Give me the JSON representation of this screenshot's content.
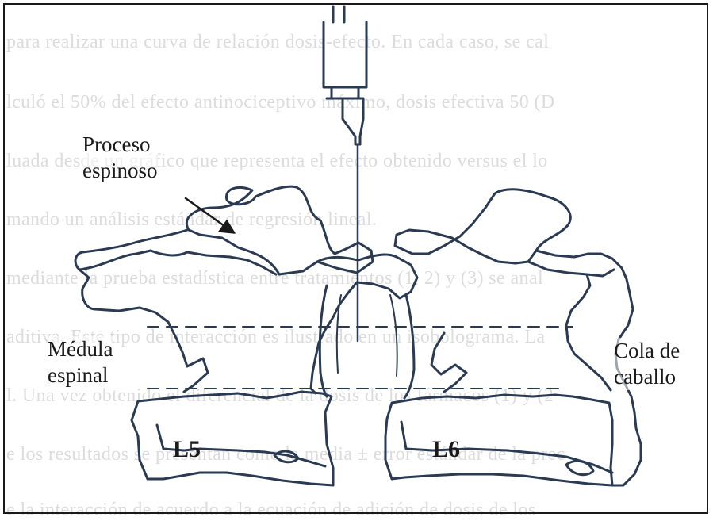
{
  "background_text": [
    "para realizar una curva de relación dosis-efecto. En cada caso, se cal",
    "lculó el 50% del efecto antinociceptivo máximo, dosis efectiva 50 (D",
    "luada desde un gráfico que representa el efecto obtenido versus el lo",
    "mando un análisis estándar de regresión lineal.",
    "mediante la prueba estadística entre tratamientos (1, 2) y (3) se anal",
    "aditiva. Este tipo de interacción es ilustrado en un isobolograma. La",
    "l. Una vez obtenido el diferencial de la dosis de los fármacos (1) y (2",
    "e los resultados se presentan como la media ± error estándar de la prec",
    "e la interacción de acuerdo a la ecuación de adición de dosis de los"
  ],
  "labels": {
    "proceso_line1": "Proceso",
    "proceso_line2": "espinoso",
    "medula_line1": "Médula",
    "medula_line2": "espinal",
    "cola_line1": "Cola de",
    "cola_line2": "caballo",
    "vertebra_left": "L5",
    "vertebra_right": "L6"
  },
  "colors": {
    "line": "#2a3a52",
    "text": "#1a1a1a",
    "background": "#ffffff"
  }
}
